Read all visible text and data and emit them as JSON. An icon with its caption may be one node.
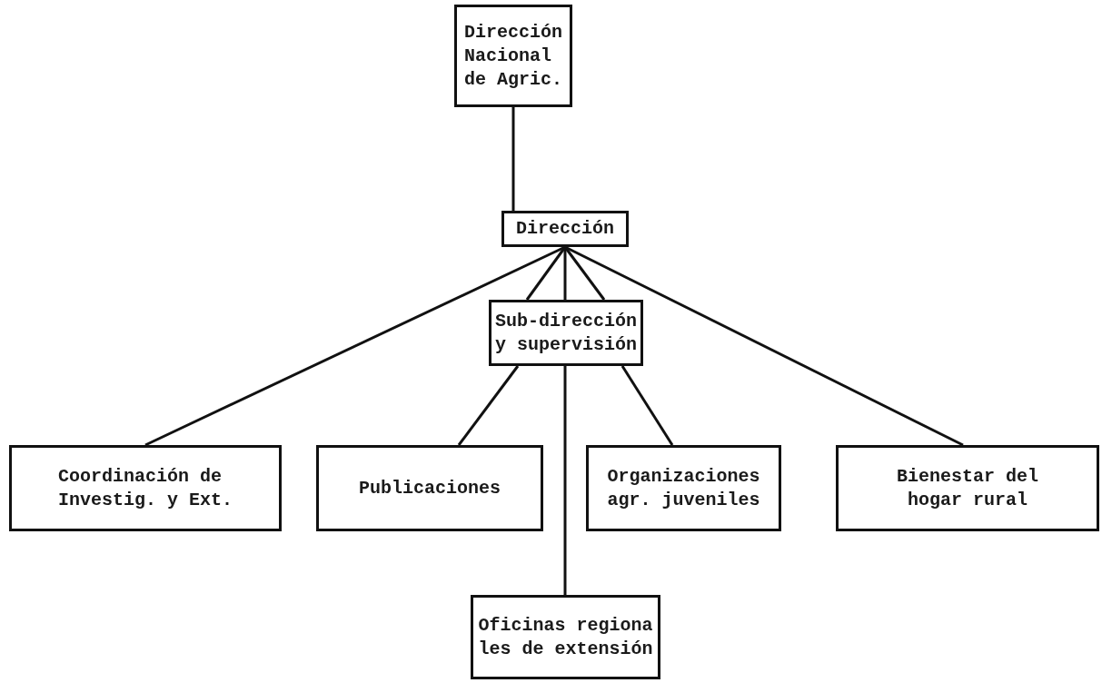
{
  "diagram": {
    "nodes": [
      {
        "text": [
          "Dirección Nacional de Agric."
        ]
      },
      {
        "text": [
          "Dirección"
        ]
      },
      {
        "text": [
          "Sub-dirección y supervisión"
        ]
      },
      {
        "text": [
          "Coordinación de Investig. y Ext."
        ]
      },
      {
        "text": [
          "Publicaciones"
        ]
      },
      {
        "text": [
          "Organizaciones agr. juveniles"
        ]
      },
      {
        "text": [
          "Bienestar del hogar rural"
        ]
      },
      {
        "text": [
          "Oficinas regiona les de extensión"
        ]
      }
    ],
    "edges": [
      {
        "from": 0,
        "to": 1,
        "arrow": "none"
      },
      {
        "from": 1,
        "to": 3,
        "arrow": "none"
      },
      {
        "from": 1,
        "to": 2,
        "arrow": "none"
      },
      {
        "from": 1,
        "to": 2,
        "arrow": "none"
      },
      {
        "from": 1,
        "to": 2,
        "arrow": "none"
      },
      {
        "from": 1,
        "to": 6,
        "arrow": "none"
      },
      {
        "from": 2,
        "to": 4,
        "arrow": "none"
      },
      {
        "from": 2,
        "to": 5,
        "arrow": "none"
      },
      {
        "from": 2,
        "to": 7,
        "arrow": "none"
      }
    ]
  }
}
